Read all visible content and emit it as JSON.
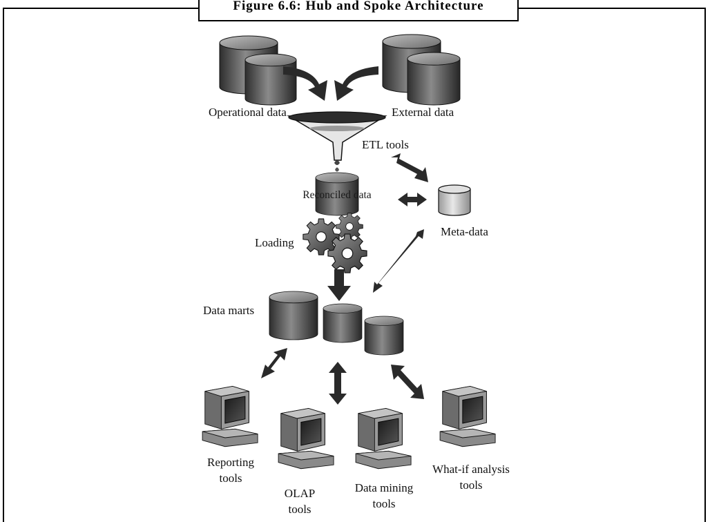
{
  "figure": {
    "caption": "Figure 6.6: Hub and Spoke Architecture"
  },
  "labels": {
    "operational_data": "Operational data",
    "external_data": "External data",
    "etl_tools": "ETL tools",
    "reconciled_data": "Reconciled data",
    "loading": "Loading",
    "meta_data": "Meta-data",
    "data_marts": "Data marts",
    "reporting_tools": [
      "Reporting",
      "tools"
    ],
    "olap_tools": [
      "OLAP",
      "tools"
    ],
    "data_mining_tools": [
      "Data mining",
      "tools"
    ],
    "whatif_tools": [
      "What-if analysis",
      "tools"
    ]
  },
  "colors": {
    "cylinder_dark": "#3a3a3a",
    "cylinder_light": "#c8c8c8",
    "meta_cylinder": "#cfcfcf",
    "arrow": "#2a2a2a"
  }
}
